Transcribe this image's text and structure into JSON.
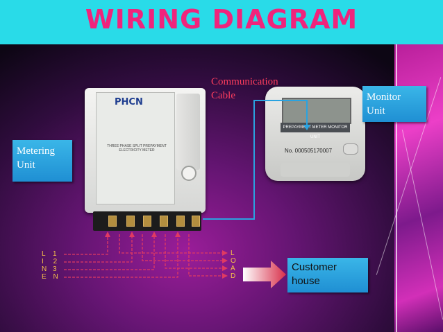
{
  "title": "WIRING DIAGRAM",
  "labels": {
    "metering_unit": [
      "Metering",
      "Unit"
    ],
    "monitor_unit": [
      "Monitor",
      "Unit"
    ],
    "communication_cable": [
      "Communication",
      "Cable"
    ],
    "customer_house": [
      "Customer",
      "house"
    ]
  },
  "meter": {
    "brand": "PHCN",
    "plate_text": "THREE PHASE SPLIT PREPAYMENT ELECTRICITY METER"
  },
  "monitor": {
    "band_text": "PREPAYMENT METER MONITOR UNIT",
    "serial": "No. 000505170007"
  },
  "input_wires": [
    {
      "letter": "L",
      "number": "1"
    },
    {
      "letter": "I",
      "number": "2"
    },
    {
      "letter": "N",
      "number": "3"
    },
    {
      "letter": "E",
      "number": "N"
    }
  ],
  "output_wires": [
    "L",
    "O",
    "A",
    "D"
  ],
  "colors": {
    "title": "#f0247c",
    "title_bar": "#29dbe8",
    "label_box": "#2aa3e0",
    "comm_text": "#ff3d5e",
    "wire": "#f7c14a",
    "cable": "#2aa3e0"
  }
}
